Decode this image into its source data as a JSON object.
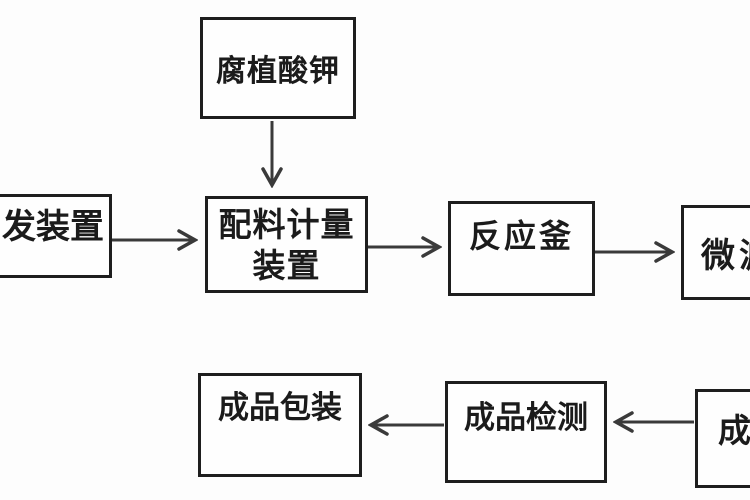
{
  "diagram": {
    "type": "flowchart",
    "language": "zh",
    "colors": {
      "background": "#fdfdfd",
      "box_border": "#1e1e1e",
      "arrow": "#3a3a3a",
      "text": "#1b1b1b"
    },
    "nodes": {
      "humate": {
        "label": "腐植酸钾"
      },
      "evaporator": {
        "label": "发装置",
        "clipped": "left-edge"
      },
      "metering": {
        "line1": "配料计量",
        "line2": "装置"
      },
      "reactor": {
        "label": "反应釜"
      },
      "microfilter": {
        "label": "微滤",
        "clipped": "right-edge"
      },
      "packaging": {
        "label": "成品包装"
      },
      "testing": {
        "label": "成品检测"
      },
      "finished": {
        "label": "成",
        "clipped": "right-edge"
      }
    },
    "edges": [
      {
        "from": "humate",
        "to": "metering",
        "direction": "down"
      },
      {
        "from": "evaporator",
        "to": "metering",
        "direction": "right"
      },
      {
        "from": "metering",
        "to": "reactor",
        "direction": "right"
      },
      {
        "from": "reactor",
        "to": "microfilter",
        "direction": "right"
      },
      {
        "from": "finished",
        "to": "testing",
        "direction": "left"
      },
      {
        "from": "testing",
        "to": "packaging",
        "direction": "left"
      }
    ]
  }
}
